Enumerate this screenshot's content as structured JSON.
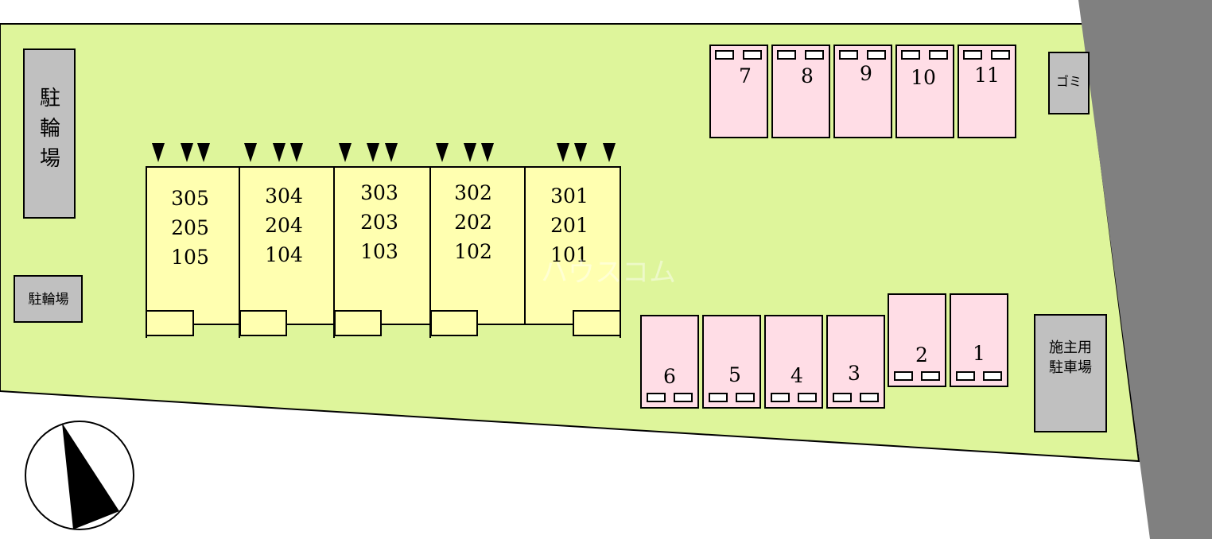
{
  "bike_parking_large": [
    "駐",
    "輪",
    "場"
  ],
  "bike_parking_small": "駐輪場",
  "building_units": [
    [
      "305",
      "205",
      "105"
    ],
    [
      "304",
      "204",
      "104"
    ],
    [
      "303",
      "203",
      "103"
    ],
    [
      "302",
      "202",
      "102"
    ],
    [
      "301",
      "201",
      "101"
    ]
  ],
  "parking_top": [
    "7",
    "8",
    "9",
    "10",
    "11"
  ],
  "parking_bottom": [
    "6",
    "5",
    "4",
    "3",
    "2",
    "1"
  ],
  "garbage": "ゴミ",
  "owner_parking": [
    "施主用",
    "駐車場"
  ],
  "watermark": "ハウスコム",
  "colors": {
    "lot": "#def59b",
    "building": "#ffffb0",
    "parking": "#ffdde6",
    "facility": "#c0c0c0",
    "road": "#808080",
    "outline": "#000000"
  }
}
